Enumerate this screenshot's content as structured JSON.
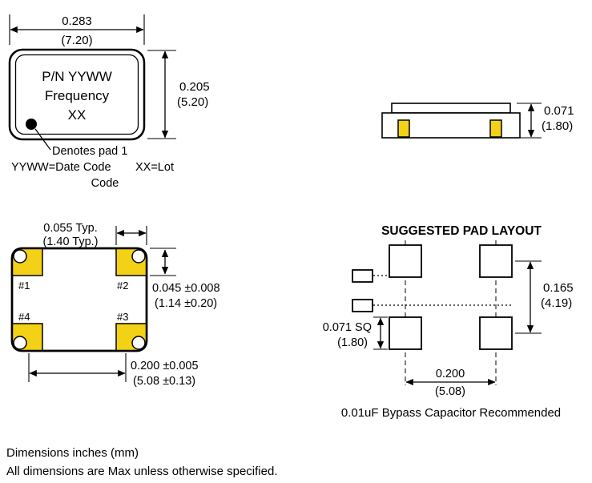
{
  "colors": {
    "pad_gold": "#f2d117",
    "line": "#000000",
    "background": "#ffffff"
  },
  "top_view": {
    "label_line1": "P/N YYWW",
    "label_line2": "Frequency",
    "label_line3": "XX",
    "width_in": "0.283",
    "width_mm": "(7.20)",
    "height_in": "0.205",
    "height_mm": "(5.20)",
    "pad1_note": "Denotes pad 1",
    "date_code_note": "YYWW=Date Code",
    "lot_note_line1": "XX=Lot",
    "lot_note_line2": "Code"
  },
  "side_view": {
    "height_in": "0.071",
    "height_mm": "(1.80)"
  },
  "bottom_view": {
    "pad1": "#1",
    "pad2": "#2",
    "pad3": "#3",
    "pad4": "#4",
    "pad_width_in": "0.055 Typ.",
    "pad_width_mm": "(1.40 Typ.)",
    "pad_height_in": "0.045 ±0.008",
    "pad_height_mm": "(1.14 ±0.20)",
    "pad_pitch_in": "0.200 ±0.005",
    "pad_pitch_mm": "(5.08 ±0.13)"
  },
  "pad_layout": {
    "title": "SUGGESTED PAD LAYOUT",
    "row_pitch_in": "0.165",
    "row_pitch_mm": "(4.19)",
    "pad_size_in": "0.071 SQ",
    "pad_size_mm": "(1.80)",
    "col_pitch_in": "0.200",
    "col_pitch_mm": "(5.08)",
    "note": "0.01uF Bypass Capacitor Recommended"
  },
  "footer": {
    "units_note": "Dimensions  inches (mm)",
    "max_note": "All dimensions are Max unless otherwise specified."
  }
}
